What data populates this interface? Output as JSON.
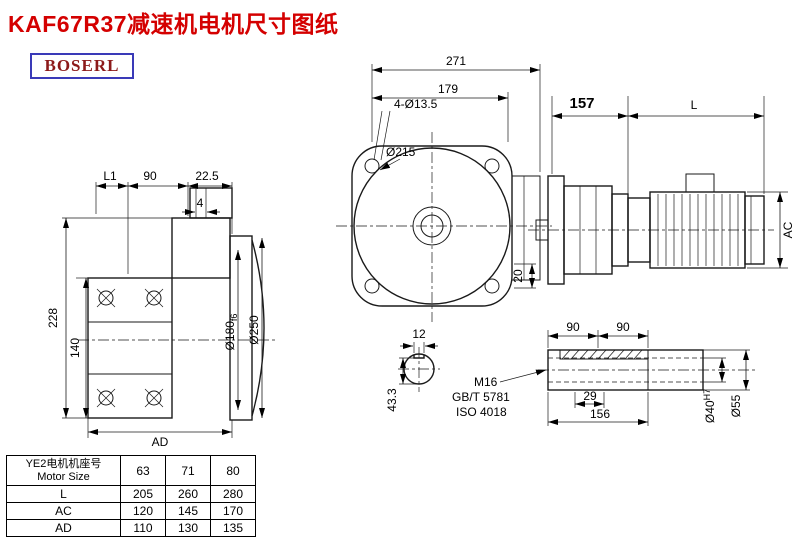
{
  "title": "KAF67R37减速机电机尺寸图纸",
  "logo": "BOSERL",
  "labels": {
    "dim_271": "271",
    "dim_179": "179",
    "dim_bolt_holes": "4-Ø13.5",
    "dim_o215": "Ø215",
    "dim_157": "157",
    "dim_L": "L",
    "dim_20": "20",
    "dim_L1": "L1",
    "dim_90": "90",
    "dim_22_5": "22.5",
    "dim_4": "4",
    "dim_228": "228",
    "dim_140": "140",
    "dim_o180": "Ø180",
    "dim_o180_tol": "f6",
    "dim_o250": "Ø250",
    "dim_AD": "AD",
    "dim_AC": "AC",
    "dim_12": "12",
    "dim_43_3": "43.3",
    "dim_90a": "90",
    "dim_90b": "90",
    "label_m16": "M16",
    "label_gbt": "GB/T 5781",
    "label_iso": "ISO 4018",
    "dim_29": "29",
    "dim_156": "156",
    "dim_o40": "Ø40",
    "dim_o40_tol": "H7",
    "dim_o55": "Ø55"
  },
  "table": {
    "header_cn": "YE2电机机座号",
    "header_en": "Motor Size",
    "sizes": [
      "63",
      "71",
      "80"
    ],
    "rows": [
      {
        "name": "L",
        "values": [
          "205",
          "260",
          "280"
        ]
      },
      {
        "name": "AC",
        "values": [
          "120",
          "145",
          "170"
        ]
      },
      {
        "name": "AD",
        "values": [
          "110",
          "130",
          "135"
        ]
      }
    ]
  }
}
